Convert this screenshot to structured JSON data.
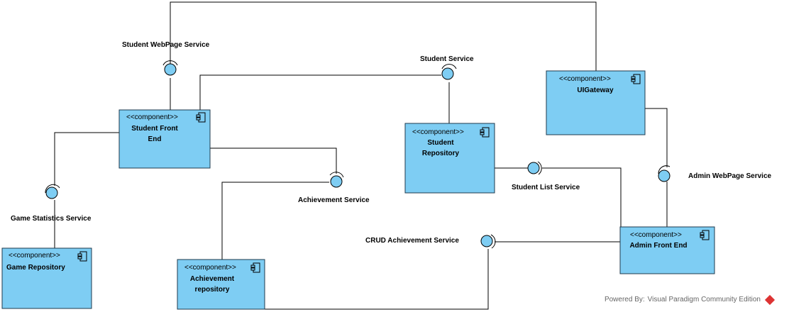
{
  "components": {
    "ui_gateway": {
      "stereotype": "<<component>>",
      "name": "UIGateway"
    },
    "student_front_end": {
      "stereotype": "<<component>>",
      "name_line1": "Student Front",
      "name_line2": "End"
    },
    "student_repository": {
      "stereotype": "<<component>>",
      "name_line1": "Student",
      "name_line2": "Repository"
    },
    "admin_front_end": {
      "stereotype": "<<component>>",
      "name": "Admin Front End"
    },
    "game_repository": {
      "stereotype": "<<component>>",
      "name": "Game Repository"
    },
    "achievement_repository": {
      "stereotype": "<<component>>",
      "name_line1": "Achievement",
      "name_line2": "repository"
    }
  },
  "interfaces": {
    "student_webpage_service": "Student WebPage Service",
    "student_service": "Student Service",
    "admin_webpage_service": "Admin WebPage Service",
    "student_list_service": "Student List Service",
    "achievement_service": "Achievement Service",
    "game_statistics_service": "Game Statistics Service",
    "crud_achievement_service": "CRUD Achievement Service"
  },
  "footer": {
    "powered_by": "Powered By:",
    "product": "Visual Paradigm Community Edition"
  },
  "colors": {
    "component_fill": "#7ecdf3",
    "line": "#000000"
  },
  "icons": {
    "component": "component-icon",
    "logo": "visual-paradigm-logo"
  }
}
